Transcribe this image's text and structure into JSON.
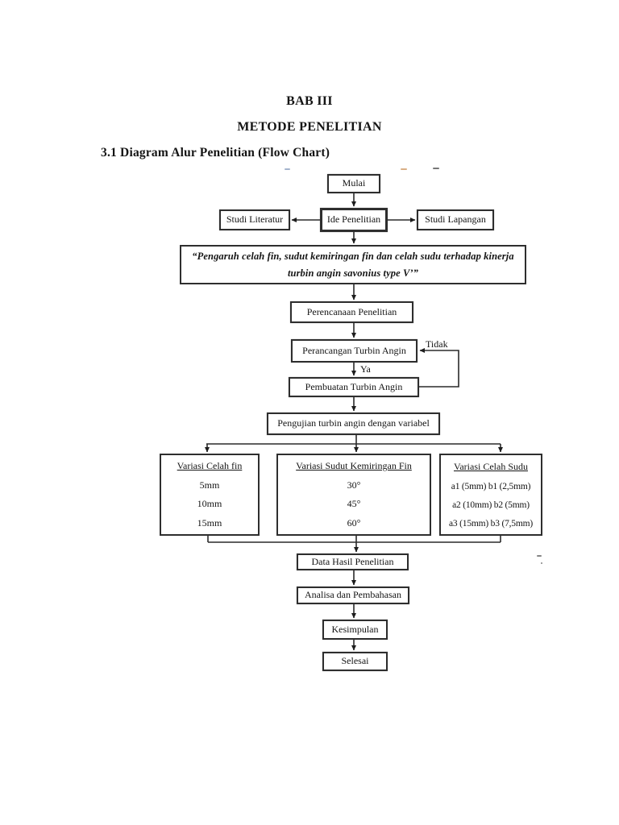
{
  "document": {
    "chapter": "BAB III",
    "title": "METODE PENELITIAN",
    "section": "3.1 Diagram Alur Penelitian (Flow Chart)"
  },
  "flowchart": {
    "nodes": {
      "mulai": "Mulai",
      "ide_penelitian": "Ide Penelitian",
      "studi_literatur": "Studi Literatur",
      "studi_lapangan": "Studi Lapangan",
      "topik_line1": "“Pengaruh  celah fin, sudut kemiringan fin dan celah sudu terhadap kinerja",
      "topik_line2": "turbin angin savonius type V’”",
      "perencanaan": "Perencanaan Penelitian",
      "perancangan": "Perancangan Turbin Angin",
      "pembuatan": "Pembuatan Turbin Angin",
      "pengujian": "Pengujian turbin angin dengan variabel",
      "data_hasil": "Data Hasil Penelitian",
      "analisa": "Analisa dan Pembahasan",
      "kesimpulan": "Kesimpulan",
      "selesai": "Selesai"
    },
    "labels": {
      "yes": "Ya",
      "no": "Tidak"
    },
    "variations": [
      {
        "title": "Variasi Celah fin",
        "items": [
          "5mm",
          "10mm",
          "15mm"
        ]
      },
      {
        "title": "Variasi Sudut Kemiringan Fin",
        "items": [
          "30°",
          "45°",
          "60°"
        ]
      },
      {
        "title": "Variasi Celah Sudu",
        "items": [
          "a1 (5mm) b1 (2,5mm)",
          "a2 (10mm) b2 (5mm)",
          "a3 (15mm) b3 (7,5mm)"
        ]
      }
    ]
  }
}
